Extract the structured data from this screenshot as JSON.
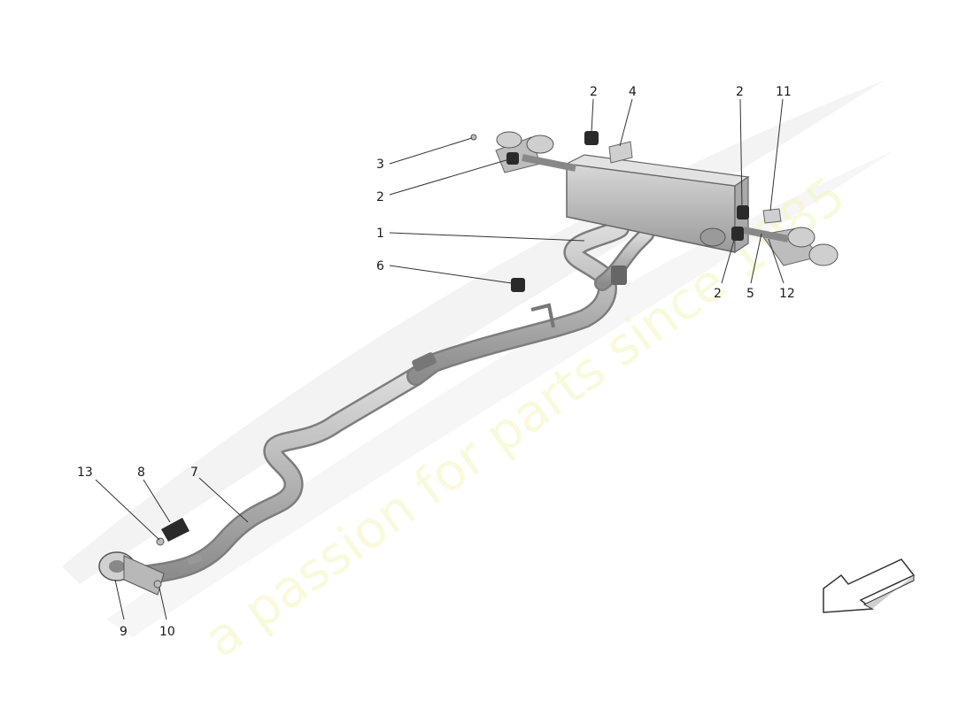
{
  "watermark": {
    "tagline": "a passion for parts since 1985",
    "brand_color": "#d9d9d9",
    "tagline_color": "#ecec96"
  },
  "callouts": [
    {
      "id": "c1",
      "label": "1"
    },
    {
      "id": "c2a",
      "label": "2"
    },
    {
      "id": "c2b",
      "label": "2"
    },
    {
      "id": "c2c",
      "label": "2"
    },
    {
      "id": "c2d",
      "label": "2"
    },
    {
      "id": "c3",
      "label": "3"
    },
    {
      "id": "c4",
      "label": "4"
    },
    {
      "id": "c5",
      "label": "5"
    },
    {
      "id": "c6",
      "label": "6"
    },
    {
      "id": "c7",
      "label": "7"
    },
    {
      "id": "c8",
      "label": "8"
    },
    {
      "id": "c9",
      "label": "9"
    },
    {
      "id": "c10",
      "label": "10"
    },
    {
      "id": "c11",
      "label": "11"
    },
    {
      "id": "c12",
      "label": "12"
    },
    {
      "id": "c13",
      "label": "13"
    }
  ],
  "orientation_arrow": {
    "icon": "direction-arrow-icon"
  }
}
